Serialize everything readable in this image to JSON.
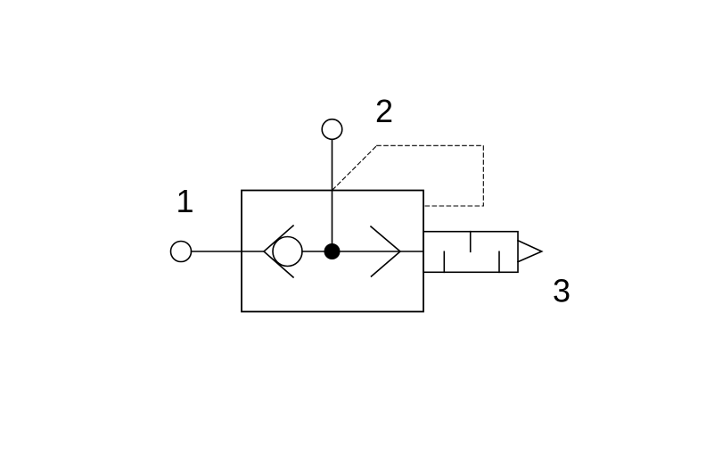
{
  "diagram": {
    "symbol": "quick-exhaust-valve-with-silencer",
    "background_color": "#ffffff",
    "line_color": "#000000",
    "ports": [
      {
        "id": "1",
        "label": "1"
      },
      {
        "id": "2",
        "label": "2"
      },
      {
        "id": "3",
        "label": "3"
      }
    ]
  }
}
